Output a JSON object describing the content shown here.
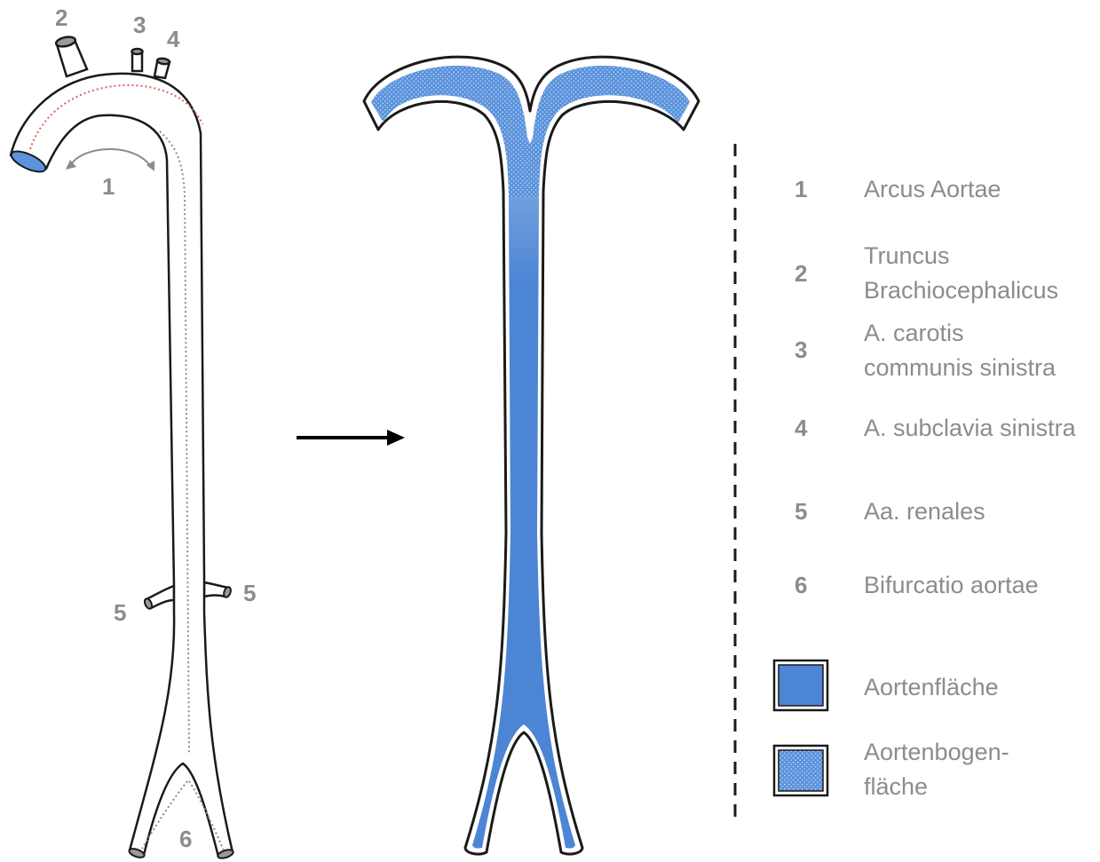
{
  "colors": {
    "aorta_fill": "#5b93dc",
    "aorta_fill_dark": "#4c85d4",
    "outline": "#1a1a1a",
    "label_gray": "#8c8c8c",
    "arch_marker": "#e06060",
    "centerline": "#8c8c8c"
  },
  "left_diagram": {
    "labels": {
      "arcus": "1",
      "truncus": "2",
      "carotis": "3",
      "subclavia": "4",
      "renal_left": "5",
      "renal_right": "5",
      "bifurcation": "6"
    }
  },
  "legend": {
    "items": [
      {
        "num": "1",
        "lines": [
          "Arcus Aortae"
        ]
      },
      {
        "num": "2",
        "lines": [
          "Truncus",
          "Brachiocephalicus"
        ]
      },
      {
        "num": "3",
        "lines": [
          "A. carotis",
          "communis sinistra"
        ]
      },
      {
        "num": "4",
        "lines": [
          "A. subclavia sinistra"
        ]
      },
      {
        "num": "5",
        "lines": [
          "Aa. renales"
        ]
      },
      {
        "num": "6",
        "lines": [
          "Bifurcatio aortae"
        ]
      }
    ],
    "swatches": [
      {
        "lines": [
          "Aortenfläche"
        ],
        "pattern": "solid"
      },
      {
        "lines": [
          "Aortenbogen-",
          "fläche"
        ],
        "pattern": "stippled"
      }
    ]
  }
}
